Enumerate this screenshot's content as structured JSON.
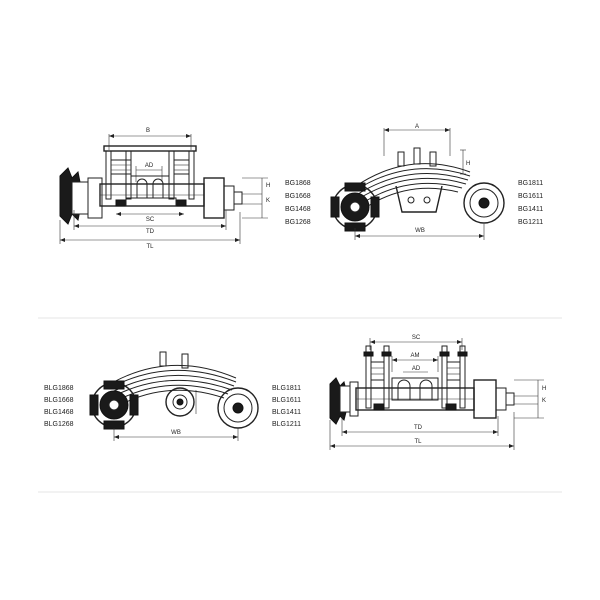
{
  "panel_top_left": {
    "dims": {
      "b": "B",
      "ad": "AD",
      "sc": "SC",
      "td": "TD",
      "tl": "TL",
      "h": "H",
      "k": "K"
    }
  },
  "panel_top_right": {
    "dims": {
      "a": "A",
      "h": "H",
      "wb": "WB"
    },
    "left_models": [
      "BG1868",
      "BG1668",
      "BG1468",
      "BG1268"
    ],
    "right_models": [
      "BG1811",
      "BG1611",
      "BG1411",
      "BG1211"
    ]
  },
  "panel_bottom_left": {
    "dims": {
      "wb": "WB"
    },
    "left_models": [
      "BLG1868",
      "BLG1668",
      "BLG1468",
      "BLG1268"
    ],
    "right_models": [
      "BLG1811",
      "BLG1611",
      "BLG1411",
      "BLG1211"
    ]
  },
  "panel_bottom_right": {
    "dims": {
      "sc": "SC",
      "am": "AM",
      "ad": "AD",
      "td": "TD",
      "tl": "TL",
      "h": "H",
      "k": "K"
    }
  }
}
